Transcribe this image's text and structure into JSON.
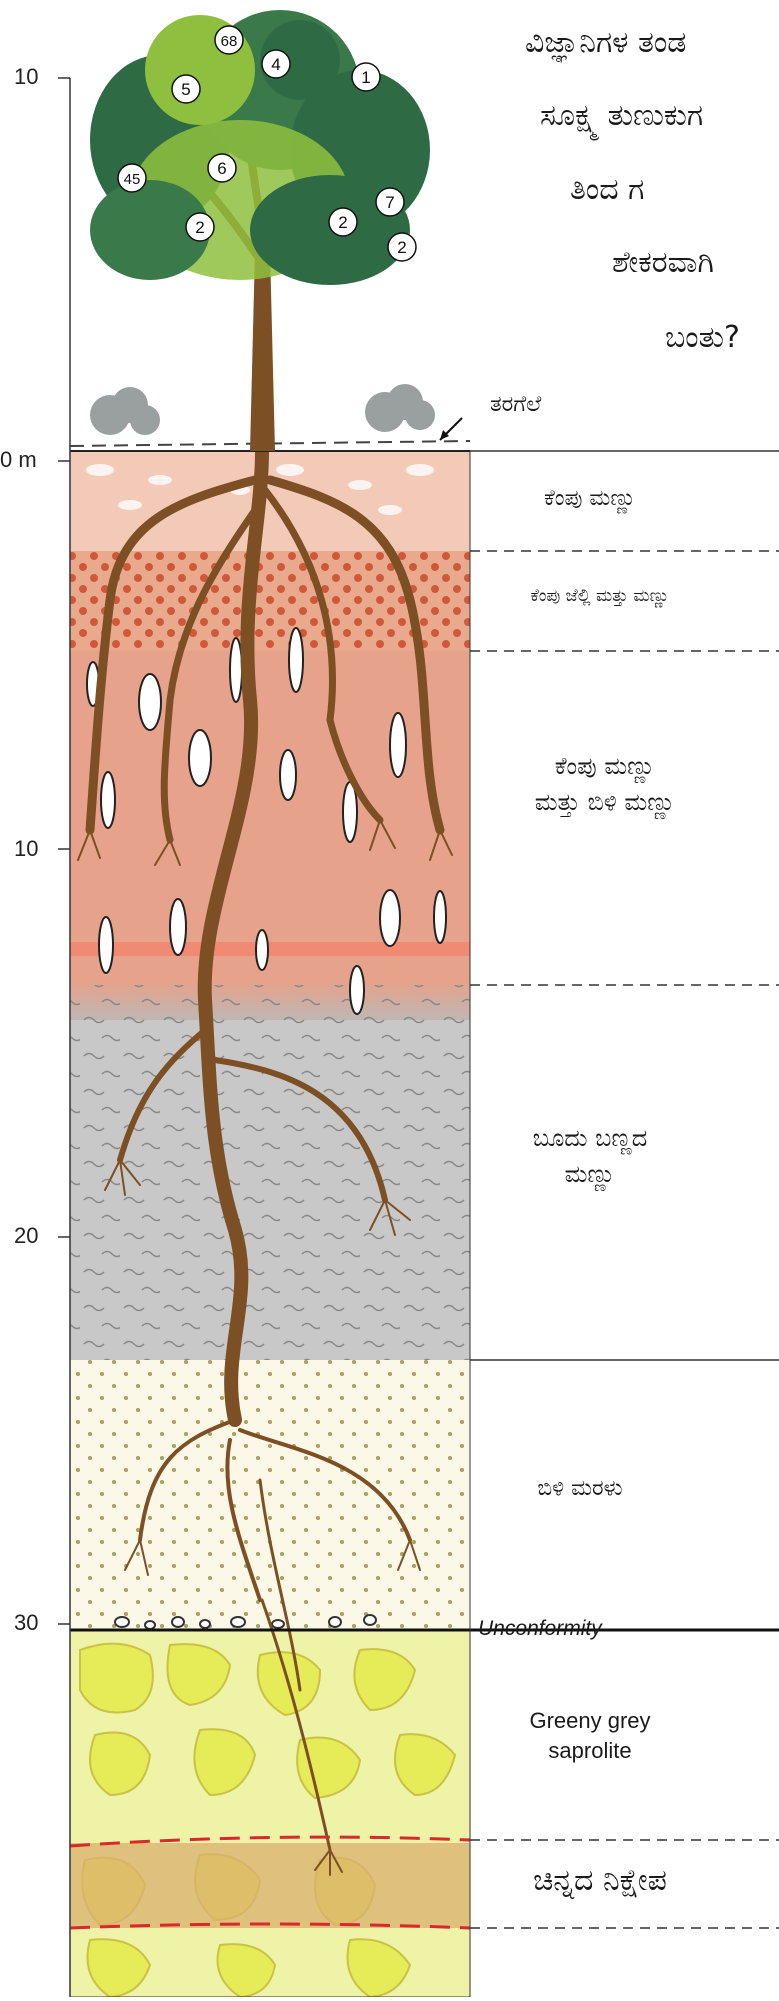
{
  "header": {
    "lines": [
      "ವಿಜ್ಞಾನಿಗಳ ತಂಡ",
      "ಸೂಕ್ಷ್ಮ ತುಣುಕುಗ",
      "ತಿಂದ       ಗ",
      "ಶೇಕರವಾಗಿ",
      "ಬಂತು?"
    ]
  },
  "tree": {
    "leaf_markers": [
      "68",
      "4",
      "1",
      "5",
      "45",
      "6",
      "7",
      "2",
      "2",
      "2"
    ]
  },
  "axis": {
    "ticks": [
      "10",
      "0 m",
      "10",
      "20",
      "30"
    ]
  },
  "annotations": {
    "leaf_litter": "ತರಗೆಲೆ",
    "unconformity": "Unconformity"
  },
  "layers": [
    {
      "label": "ಕೆಂಪು ಮಣ್ಣು"
    },
    {
      "label": "ಕೆಂಪು ಜೆಲ್ಲಿ ಮತ್ತು ಮಣ್ಣು"
    },
    {
      "label": "ಕೆಂಪು ಮಣ್ಣು",
      "label2": "ಮತ್ತು ಬಿಳಿ ಮಣ್ಣು"
    },
    {
      "label": "ಬೂದು ಬಣ್ಣದ",
      "label2": "ಮಣ್ಣು"
    },
    {
      "label": "ಬಿಳಿ ಮರಳು"
    },
    {
      "label": "Greeny grey",
      "label2": "saprolite"
    },
    {
      "label": "ಚಿನ್ನದ ನಿಕ್ಷೇಪ"
    }
  ],
  "colors": {
    "red_soil": "#f3c9b8",
    "red_gravel": "#e9a98d",
    "mottled": "#e6a28b",
    "grey_clay": "#c8c8c8",
    "white_sand": "#fcf8e8",
    "saprolite": "#e8ef8a",
    "gold_zone": "#d9b06f",
    "root": "#8a5a2b",
    "foliage_dark": "#2e6b45",
    "foliage_light": "#8fbf3e"
  }
}
